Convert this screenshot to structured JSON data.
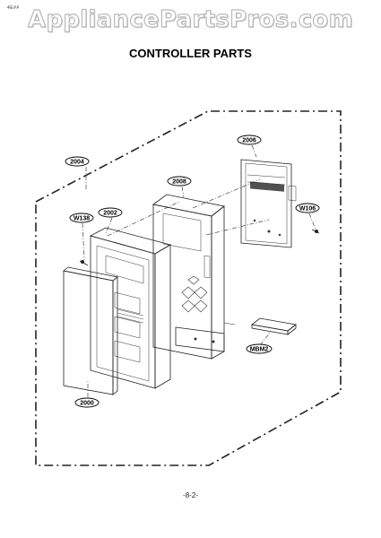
{
  "header": {
    "corner_mark": "4E##",
    "watermark": "AppliancePartsPros.com"
  },
  "diagram": {
    "title": "CONTROLLER PARTS",
    "callouts": [
      "2004",
      "2006",
      "2008",
      "W106",
      "W138",
      "2002",
      "MBM2",
      "2000"
    ]
  },
  "footer": {
    "page_number": "-8-2-"
  }
}
